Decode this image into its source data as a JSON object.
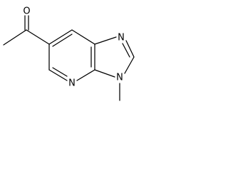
{
  "molecule": {
    "atoms": {
      "oxygen": "O",
      "imidazole_n3": "N",
      "pyridine_n": "N",
      "imidazole_n_methyl": "N"
    },
    "colors": {
      "bond": "#000000",
      "label": "#000000",
      "background": "#ffffff"
    }
  }
}
